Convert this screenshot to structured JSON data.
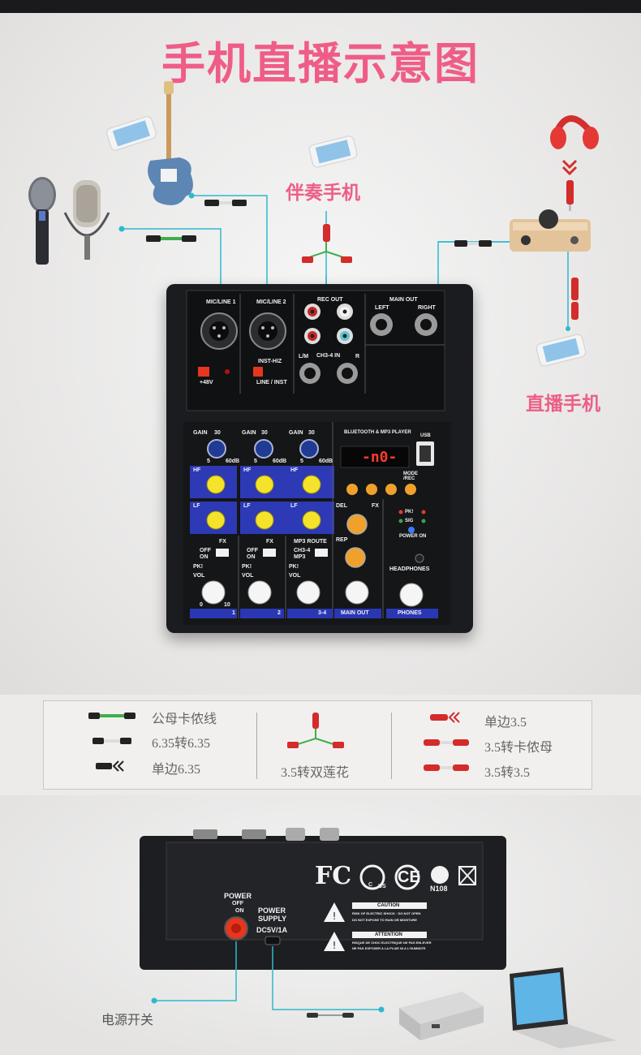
{
  "title": "手机直播示意图",
  "callouts": {
    "accompaniment_phone": "伴奏手机",
    "live_phone": "直播手机"
  },
  "mixer": {
    "mic_line_1": "MIC/LINE 1",
    "mic_line_2": "MIC/LINE 2",
    "rec_out": "REC OUT",
    "main_out": "MAIN OUT",
    "left": "LEFT",
    "right": "RIGHT",
    "phantom": "+48V",
    "inst_hiz": "INST-HIZ",
    "line_inst": "LINE / INST",
    "ch34_in": "CH3-4 IN",
    "lm": "L/M",
    "r": "R",
    "gain": "GAIN",
    "gain_scale_top": "30",
    "gain_scale_min": "5",
    "gain_scale_max": "60dB",
    "hf": "HF",
    "lf": "LF",
    "fx": "FX",
    "off": "OFF",
    "on": "ON",
    "mp3_route": "MP3 ROUTE",
    "route_ch34": "CH3-4",
    "route_mp3": "MP3",
    "pk": "PK!",
    "sig": "SIG",
    "vol": "VOL",
    "ch1": "1",
    "ch2": "2",
    "ch34": "3-4",
    "main_out_label": "MAIN OUT",
    "phones_label": "PHONES",
    "headphones": "HEADPHONES",
    "bt_player": "BLUETOOTH & MP3 PLAYER",
    "usb": "USB",
    "display": "-n0-",
    "mode_rec": "MODE /REC",
    "del": "DEL",
    "rep": "REP",
    "power_on": "POWER ON",
    "vol_scale_min": "0",
    "vol_scale_max": "10"
  },
  "legend": {
    "items_left": [
      "公母卡侬线",
      "6.35转6.35",
      "单边6.35"
    ],
    "item_center": "3.5转双莲花",
    "items_right": [
      "单边3.5",
      "3.5转卡侬母",
      "3.5转3.5"
    ]
  },
  "back_panel": {
    "power": "POWER",
    "off": "OFF",
    "on": "ON",
    "power_supply": "POWER SUPPLY",
    "dc": "DC5V/1A",
    "caution": "CAUTION",
    "caution_sub": "RISK OF ELECTRIC SHOCK · DO NOT OPEN",
    "caution_sub2": "DO NOT EXPOSE TO RAIN OR MOISTURE",
    "attention": "ATTENTION",
    "attention_sub": "RISQUE DE CHOC ELECTRIQUE NE PAS ENLEVER",
    "attention_sub2": "NE PAS EXPOSER A LA PLUIE NI A L'HUMIDITE",
    "fc": "FC",
    "ce": "CE",
    "n108": "N108",
    "csa_c": "C",
    "csa_us": "US",
    "power_switch_label": "电源开关"
  },
  "colors": {
    "accent_pink": "#ec5f87",
    "cable_cyan": "#2fb8cf",
    "eq_blue": "#2d39b5",
    "knob_yellow": "#f4e32a",
    "knob_orange": "#f0a12b",
    "button_red": "#e6361f"
  }
}
